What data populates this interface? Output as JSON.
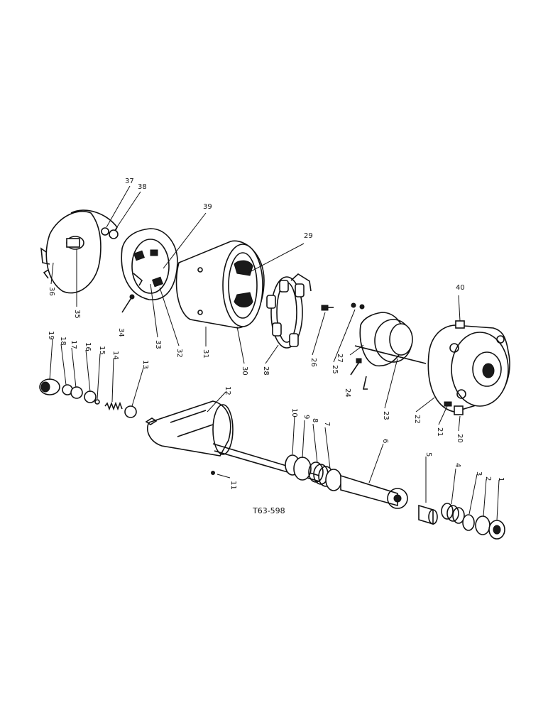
{
  "figure_ref": "T63-598",
  "callouts": [
    "1",
    "2",
    "3",
    "4",
    "5",
    "6",
    "7",
    "8",
    "9",
    "10",
    "11",
    "12",
    "13",
    "14",
    "15",
    "16",
    "17",
    "18",
    "19",
    "20",
    "21",
    "22",
    "23",
    "24",
    "25",
    "26",
    "27",
    "28",
    "29",
    "30",
    "31",
    "32",
    "33",
    "34",
    "35",
    "36",
    "37",
    "38",
    "39",
    "40"
  ]
}
